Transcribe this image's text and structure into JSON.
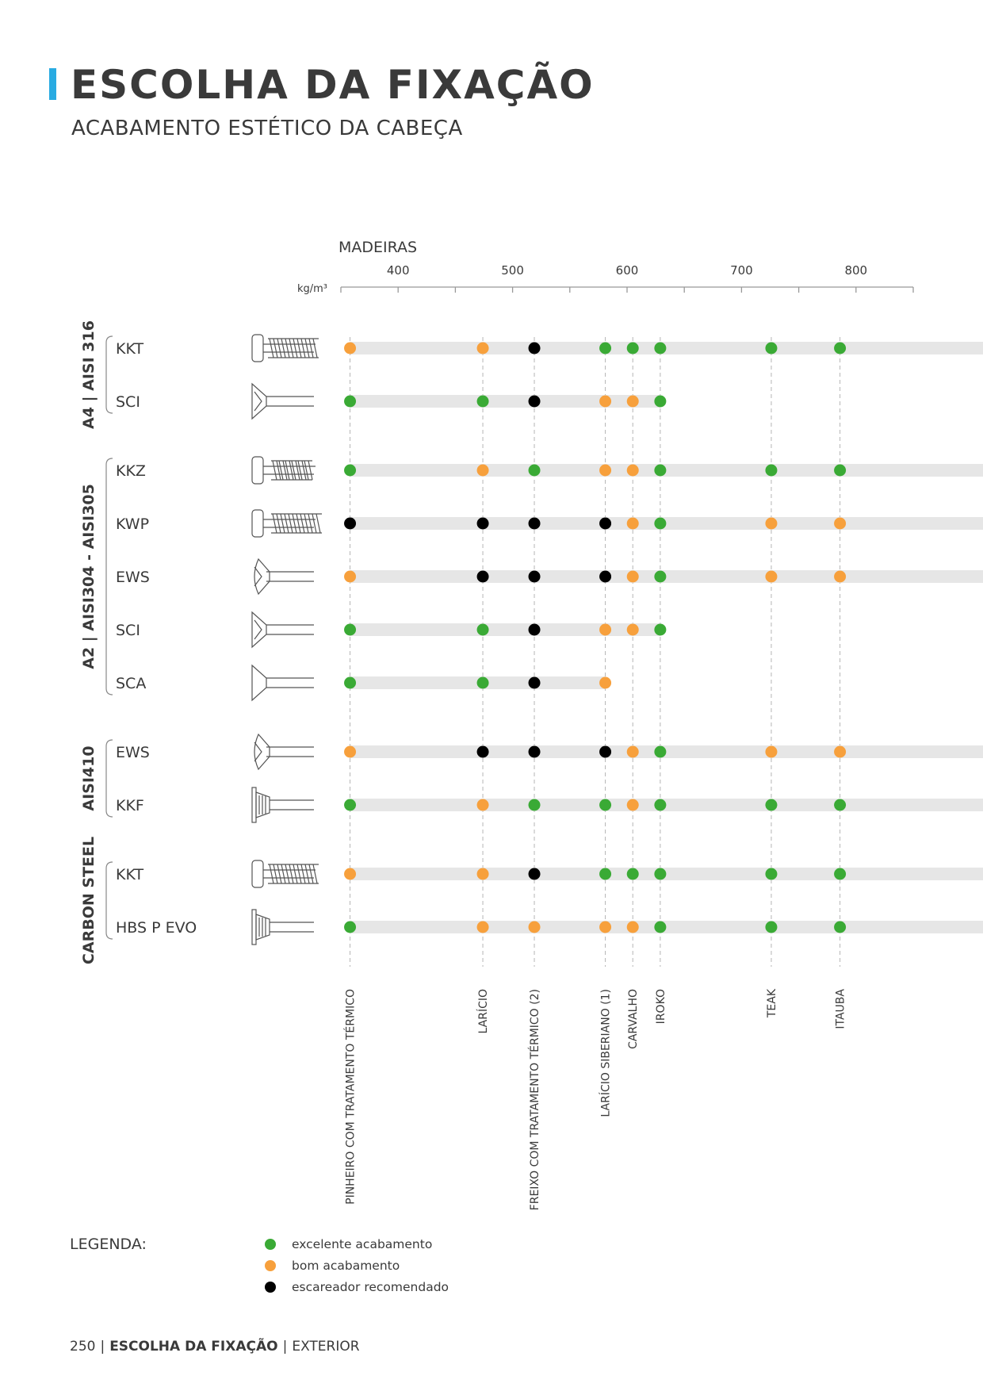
{
  "header": {
    "title": "ESCOLHA DA FIXAÇÃO",
    "subtitle": "ACABAMENTO ESTÉTICO DA CABEÇA"
  },
  "colors": {
    "accent": "#29abe2",
    "excelente": "#3aaa35",
    "bom": "#f7a03c",
    "escareador": "#000000",
    "track": "#e6e6e6"
  },
  "chart_data": {
    "type": "scatter",
    "axis_title": "MADEIRAS",
    "unit": "kg/m³",
    "ticks": [
      400,
      500,
      600,
      700,
      800
    ],
    "xlim": [
      350,
      850
    ],
    "woods": [
      {
        "name": "PINHEIRO COM TRATAMENTO TÉRMICO",
        "density": 358
      },
      {
        "name": "LARÍCIO",
        "density": 474
      },
      {
        "name": "FREIXO COM TRATAMENTO TÉRMICO (2)",
        "density": 519
      },
      {
        "name": "LARÍCIO SIBERIANO (1)",
        "density": 581
      },
      {
        "name": "CARVALHO",
        "density": 605
      },
      {
        "name": "IROKO",
        "density": 629
      },
      {
        "name": "TEAK",
        "density": 726
      },
      {
        "name": "ITAUBA",
        "density": 786
      }
    ],
    "groups": [
      {
        "name": "A4 | AISI 316",
        "products": [
          {
            "name": "KKT",
            "screw": "kkt",
            "marks": [
              "bom",
              "bom",
              "escareador",
              "excelente",
              "excelente",
              "excelente",
              "excelente",
              "excelente"
            ]
          },
          {
            "name": "SCI",
            "screw": "sci",
            "marks": [
              "excelente",
              "excelente",
              "escareador",
              "bom",
              "bom",
              "excelente",
              null,
              null
            ]
          }
        ]
      },
      {
        "name": "A2 | AISI304 - AISI305",
        "products": [
          {
            "name": "KKZ",
            "screw": "kkz",
            "marks": [
              "excelente",
              "bom",
              "excelente",
              "bom",
              "bom",
              "excelente",
              "excelente",
              "excelente"
            ]
          },
          {
            "name": "KWP",
            "screw": "kwp",
            "marks": [
              "escareador",
              "escareador",
              "escareador",
              "escareador",
              "bom",
              "excelente",
              "bom",
              "bom"
            ]
          },
          {
            "name": "EWS",
            "screw": "ews",
            "marks": [
              "bom",
              "escareador",
              "escareador",
              "escareador",
              "bom",
              "excelente",
              "bom",
              "bom"
            ]
          },
          {
            "name": "SCI",
            "screw": "sci",
            "marks": [
              "excelente",
              "excelente",
              "escareador",
              "bom",
              "bom",
              "excelente",
              null,
              null
            ]
          },
          {
            "name": "SCA",
            "screw": "sca",
            "marks": [
              "excelente",
              "excelente",
              "escareador",
              "bom",
              null,
              null,
              null,
              null
            ]
          }
        ]
      },
      {
        "name": "AISI410",
        "products": [
          {
            "name": "EWS",
            "screw": "ews",
            "marks": [
              "bom",
              "escareador",
              "escareador",
              "escareador",
              "bom",
              "excelente",
              "bom",
              "bom"
            ]
          },
          {
            "name": "KKF",
            "screw": "kkf",
            "marks": [
              "excelente",
              "bom",
              "excelente",
              "excelente",
              "bom",
              "excelente",
              "excelente",
              "excelente"
            ]
          }
        ]
      },
      {
        "name": "CARBON STEEL",
        "products": [
          {
            "name": "KKT",
            "screw": "kkt",
            "marks": [
              "bom",
              "bom",
              "escareador",
              "excelente",
              "excelente",
              "excelente",
              "excelente",
              "excelente"
            ]
          },
          {
            "name": "HBS P EVO",
            "screw": "hbs",
            "marks": [
              "excelente",
              "bom",
              "bom",
              "bom",
              "bom",
              "excelente",
              "excelente",
              "excelente"
            ]
          }
        ]
      }
    ],
    "legend": [
      {
        "key": "excelente",
        "label": "excelente acabamento"
      },
      {
        "key": "bom",
        "label": "bom acabamento"
      },
      {
        "key": "escareador",
        "label": "escareador recomendado"
      }
    ]
  },
  "legend_title": "LEGENDA:",
  "footer": {
    "page": "250",
    "section": "ESCOLHA DA FIXAÇÃO",
    "subsection": "EXTERIOR"
  }
}
